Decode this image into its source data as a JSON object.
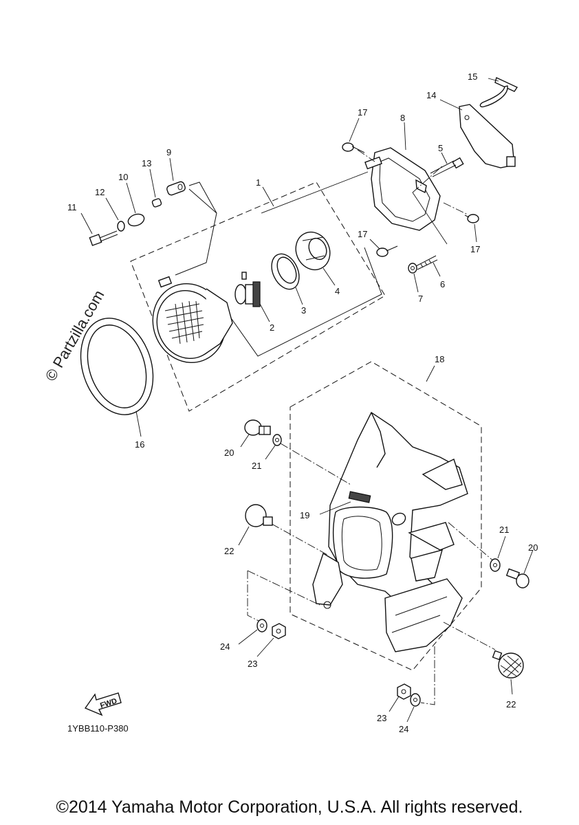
{
  "watermark": "© Partzilla.com",
  "reference_code": "1YBB110-P380",
  "fwd_label": "FWD",
  "copyright": "©2014 Yamaha Motor Corporation, U.S.A. All rights reserved.",
  "callouts": {
    "c1": "1",
    "c2": "2",
    "c3": "3",
    "c4": "4",
    "c5": "5",
    "c6": "6",
    "c7": "7",
    "c8": "8",
    "c9": "9",
    "c10": "10",
    "c11": "11",
    "c12": "12",
    "c13": "13",
    "c14": "14",
    "c15": "15",
    "c16": "16",
    "c17a": "17",
    "c17b": "17",
    "c17c": "17",
    "c18": "18",
    "c19": "19",
    "c20a": "20",
    "c20b": "20",
    "c21a": "21",
    "c21b": "21",
    "c22a": "22",
    "c22b": "22",
    "c23a": "23",
    "c23b": "23",
    "c24a": "24",
    "c24b": "24"
  }
}
